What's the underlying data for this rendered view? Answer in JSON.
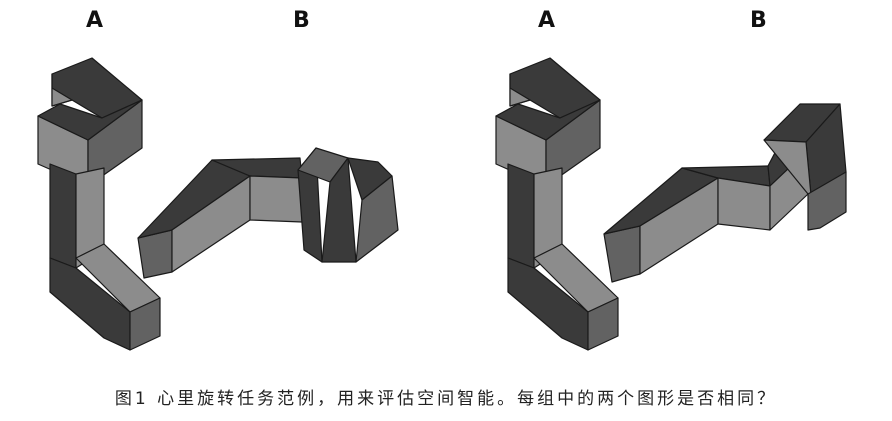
{
  "figure": {
    "pair1": {
      "label_a": "A",
      "label_b": "B"
    },
    "pair2": {
      "label_a": "A",
      "label_b": "B"
    },
    "caption": "图1 心里旋转任务范例，用来评估空间智能。每组中的两个图形是否相同？"
  },
  "colors": {
    "top_face": "#3a3a3a",
    "side_face": "#626262",
    "front_face": "#8c8c8c",
    "edge": "#1a1a1a"
  }
}
